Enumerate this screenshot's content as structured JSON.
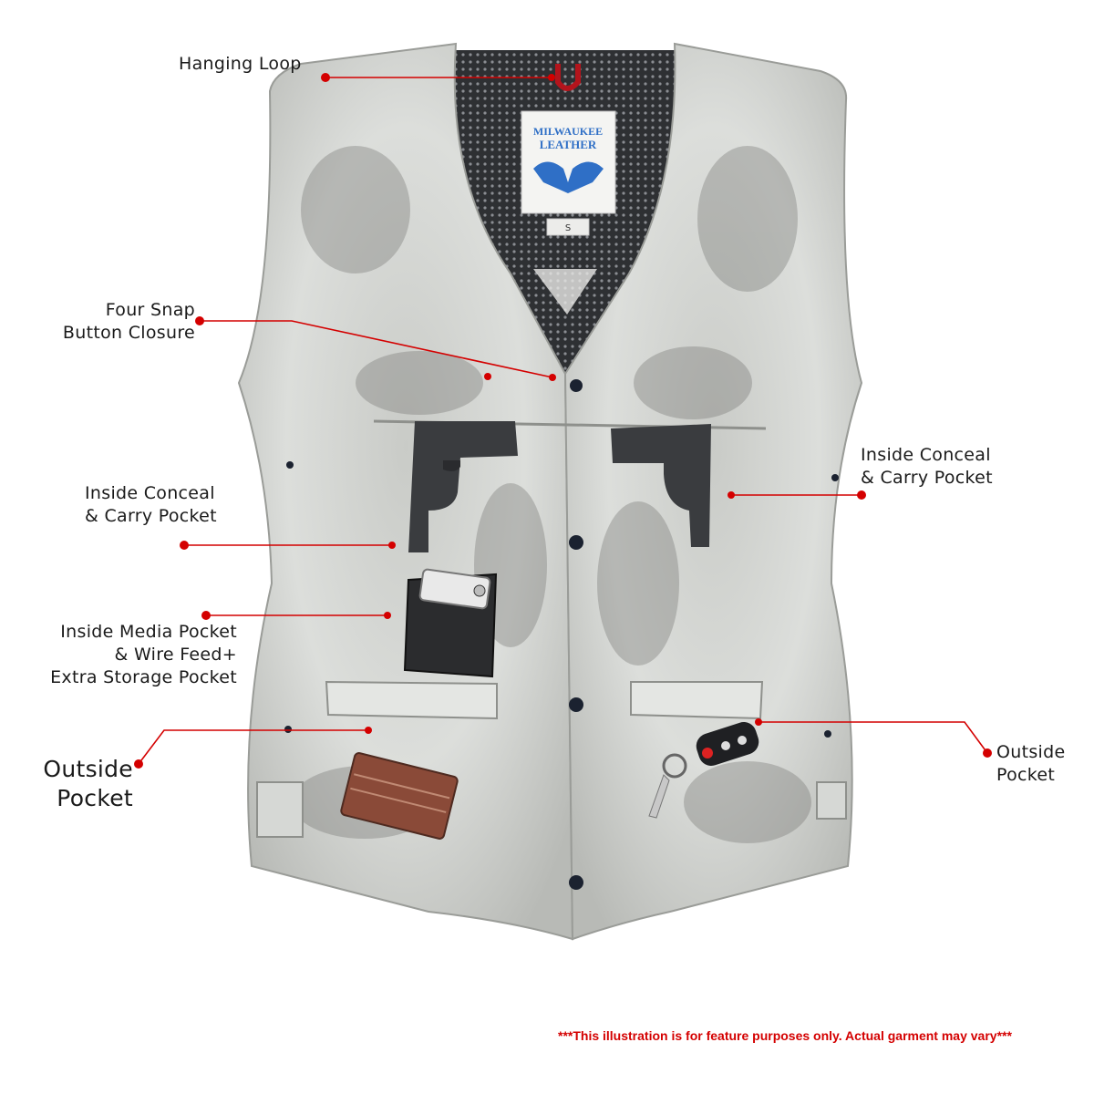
{
  "callouts": {
    "hanging_loop": {
      "line1": "Hanging Loop"
    },
    "snap_closure": {
      "line1": "Four Snap",
      "line2": "Button Closure"
    },
    "conceal_left": {
      "line1": "Inside Conceal",
      "line2": "& Carry Pocket"
    },
    "conceal_right": {
      "line1": "Inside Conceal",
      "line2": "& Carry Pocket"
    },
    "media_pocket": {
      "line1": "Inside Media Pocket",
      "line2": "& Wire Feed+",
      "line3": "Extra Storage Pocket"
    },
    "outside_left": {
      "line1": "Outside",
      "line2": "Pocket"
    },
    "outside_right": {
      "line1": "Outside",
      "line2": "Pocket"
    }
  },
  "tag": {
    "brand_line1": "MILWAUKEE",
    "brand_line2": "LEATHER",
    "size": "S"
  },
  "disclaimer": "***This illustration is for feature purposes only.  Actual garment may vary***",
  "colors": {
    "callout_red": "#d40000",
    "leather": "#d9dbd8",
    "leather_shadow": "#8e908c",
    "lining": "#2e3033",
    "snap": "#1b2230",
    "gun": "#3a3c3f",
    "wallet": "#8a4a38",
    "tag_blue": "#2f6fc6"
  }
}
